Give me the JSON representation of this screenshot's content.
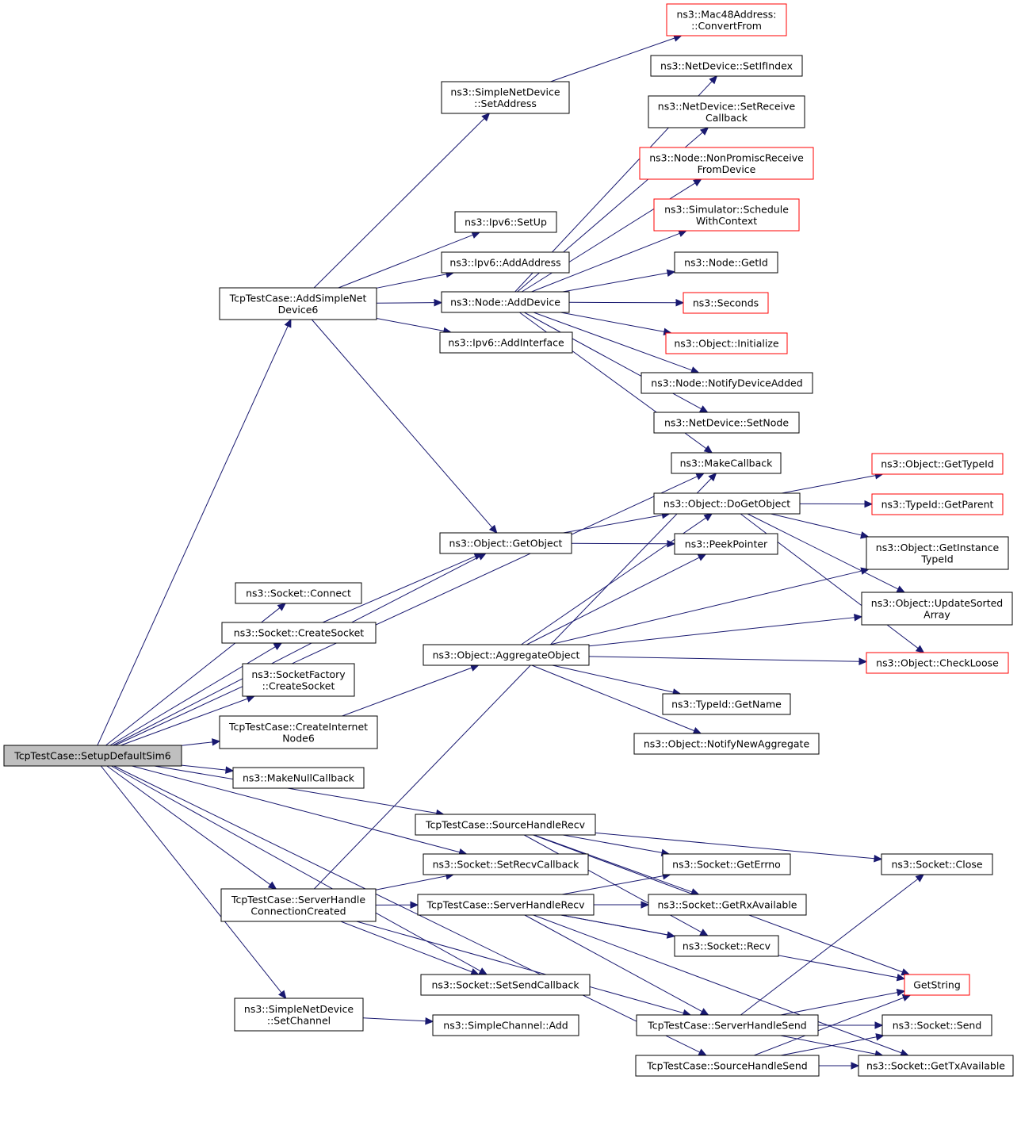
{
  "nodes": [
    {
      "id": "root",
      "lines": [
        "TcpTestCase::SetupDefaultSim6"
      ],
      "style": "root"
    },
    {
      "id": "addSimpleNetDevice6",
      "lines": [
        "TcpTestCase::AddSimpleNet",
        "Device6"
      ],
      "style": "normal"
    },
    {
      "id": "simpleNetDeviceSetAddress",
      "lines": [
        "ns3::SimpleNetDevice",
        "::SetAddress"
      ],
      "style": "normal"
    },
    {
      "id": "mac48ConvertFrom",
      "lines": [
        "ns3::Mac48Address:",
        "::ConvertFrom"
      ],
      "style": "red"
    },
    {
      "id": "netDeviceSetIfIndex",
      "lines": [
        "ns3::NetDevice::SetIfIndex"
      ],
      "style": "normal"
    },
    {
      "id": "netDeviceSetReceiveCallback",
      "lines": [
        "ns3::NetDevice::SetReceive",
        "Callback"
      ],
      "style": "normal"
    },
    {
      "id": "nodeNonPromisc",
      "lines": [
        "ns3::Node::NonPromiscReceive",
        "FromDevice"
      ],
      "style": "red"
    },
    {
      "id": "simulatorScheduleWithContext",
      "lines": [
        "ns3::Simulator::Schedule",
        "WithContext"
      ],
      "style": "red"
    },
    {
      "id": "ipv6SetUp",
      "lines": [
        "ns3::Ipv6::SetUp"
      ],
      "style": "normal"
    },
    {
      "id": "ipv6AddAddress",
      "lines": [
        "ns3::Ipv6::AddAddress"
      ],
      "style": "normal"
    },
    {
      "id": "nodeGetId",
      "lines": [
        "ns3::Node::GetId"
      ],
      "style": "normal"
    },
    {
      "id": "nodeAddDevice",
      "lines": [
        "ns3::Node::AddDevice"
      ],
      "style": "normal"
    },
    {
      "id": "seconds",
      "lines": [
        "ns3::Seconds"
      ],
      "style": "red"
    },
    {
      "id": "ipv6AddInterface",
      "lines": [
        "ns3::Ipv6::AddInterface"
      ],
      "style": "normal"
    },
    {
      "id": "objectInitialize",
      "lines": [
        "ns3::Object::Initialize"
      ],
      "style": "red"
    },
    {
      "id": "nodeNotifyDeviceAdded",
      "lines": [
        "ns3::Node::NotifyDeviceAdded"
      ],
      "style": "normal"
    },
    {
      "id": "netDeviceSetNode",
      "lines": [
        "ns3::NetDevice::SetNode"
      ],
      "style": "normal"
    },
    {
      "id": "makeCallback",
      "lines": [
        "ns3::MakeCallback"
      ],
      "style": "normal"
    },
    {
      "id": "objectGetTypeId",
      "lines": [
        "ns3::Object::GetTypeId"
      ],
      "style": "red"
    },
    {
      "id": "objectDoGetObject",
      "lines": [
        "ns3::Object::DoGetObject"
      ],
      "style": "normal"
    },
    {
      "id": "typeIdGetParent",
      "lines": [
        "ns3::TypeId::GetParent"
      ],
      "style": "red"
    },
    {
      "id": "objectGetObject",
      "lines": [
        "ns3::Object::GetObject"
      ],
      "style": "normal"
    },
    {
      "id": "peekPointer",
      "lines": [
        "ns3::PeekPointer"
      ],
      "style": "normal"
    },
    {
      "id": "objectGetInstanceTypeId",
      "lines": [
        "ns3::Object::GetInstance",
        "TypeId"
      ],
      "style": "normal"
    },
    {
      "id": "socketConnect",
      "lines": [
        "ns3::Socket::Connect"
      ],
      "style": "normal"
    },
    {
      "id": "objectUpdateSortedArray",
      "lines": [
        "ns3::Object::UpdateSorted",
        "Array"
      ],
      "style": "normal"
    },
    {
      "id": "socketCreateSocket",
      "lines": [
        "ns3::Socket::CreateSocket"
      ],
      "style": "normal"
    },
    {
      "id": "objectAggregateObject",
      "lines": [
        "ns3::Object::AggregateObject"
      ],
      "style": "normal"
    },
    {
      "id": "objectCheckLoose",
      "lines": [
        "ns3::Object::CheckLoose"
      ],
      "style": "red"
    },
    {
      "id": "socketFactoryCreateSocket",
      "lines": [
        "ns3::SocketFactory",
        "::CreateSocket"
      ],
      "style": "normal"
    },
    {
      "id": "typeIdGetName",
      "lines": [
        "ns3::TypeId::GetName"
      ],
      "style": "normal"
    },
    {
      "id": "createInternetNode6",
      "lines": [
        "TcpTestCase::CreateInternet",
        "Node6"
      ],
      "style": "normal"
    },
    {
      "id": "objectNotifyNewAggregate",
      "lines": [
        "ns3::Object::NotifyNewAggregate"
      ],
      "style": "normal"
    },
    {
      "id": "makeNullCallback",
      "lines": [
        "ns3::MakeNullCallback"
      ],
      "style": "normal"
    },
    {
      "id": "sourceHandleRecv",
      "lines": [
        "TcpTestCase::SourceHandleRecv"
      ],
      "style": "normal"
    },
    {
      "id": "socketSetRecvCallback",
      "lines": [
        "ns3::Socket::SetRecvCallback"
      ],
      "style": "normal"
    },
    {
      "id": "socketGetErrno",
      "lines": [
        "ns3::Socket::GetErrno"
      ],
      "style": "normal"
    },
    {
      "id": "socketClose",
      "lines": [
        "ns3::Socket::Close"
      ],
      "style": "normal"
    },
    {
      "id": "serverHandleConnectionCreated",
      "lines": [
        "TcpTestCase::ServerHandle",
        "ConnectionCreated"
      ],
      "style": "normal"
    },
    {
      "id": "serverHandleRecv",
      "lines": [
        "TcpTestCase::ServerHandleRecv"
      ],
      "style": "normal"
    },
    {
      "id": "socketGetRxAvailable",
      "lines": [
        "ns3::Socket::GetRxAvailable"
      ],
      "style": "normal"
    },
    {
      "id": "socketRecv",
      "lines": [
        "ns3::Socket::Recv"
      ],
      "style": "normal"
    },
    {
      "id": "socketSetSendCallback",
      "lines": [
        "ns3::Socket::SetSendCallback"
      ],
      "style": "normal"
    },
    {
      "id": "getString",
      "lines": [
        "GetString"
      ],
      "style": "red"
    },
    {
      "id": "simpleNetDeviceSetChannel",
      "lines": [
        "ns3::SimpleNetDevice",
        "::SetChannel"
      ],
      "style": "normal"
    },
    {
      "id": "simpleChannelAdd",
      "lines": [
        "ns3::SimpleChannel::Add"
      ],
      "style": "normal"
    },
    {
      "id": "serverHandleSend",
      "lines": [
        "TcpTestCase::ServerHandleSend"
      ],
      "style": "normal"
    },
    {
      "id": "socketSend",
      "lines": [
        "ns3::Socket::Send"
      ],
      "style": "normal"
    },
    {
      "id": "sourceHandleSend",
      "lines": [
        "TcpTestCase::SourceHandleSend"
      ],
      "style": "normal"
    },
    {
      "id": "socketGetTxAvailable",
      "lines": [
        "ns3::Socket::GetTxAvailable"
      ],
      "style": "normal"
    }
  ],
  "edges": [
    [
      "root",
      "addSimpleNetDevice6"
    ],
    [
      "root",
      "makeCallback"
    ],
    [
      "root",
      "objectGetObject"
    ],
    [
      "root",
      "socketConnect"
    ],
    [
      "root",
      "socketCreateSocket"
    ],
    [
      "root",
      "socketFactoryCreateSocket"
    ],
    [
      "root",
      "createInternetNode6"
    ],
    [
      "root",
      "makeNullCallback"
    ],
    [
      "root",
      "sourceHandleRecv"
    ],
    [
      "root",
      "socketSetRecvCallback"
    ],
    [
      "root",
      "serverHandleConnectionCreated"
    ],
    [
      "root",
      "socketSetSendCallback"
    ],
    [
      "root",
      "simpleNetDeviceSetChannel"
    ],
    [
      "root",
      "sourceHandleSend"
    ],
    [
      "addSimpleNetDevice6",
      "simpleNetDeviceSetAddress"
    ],
    [
      "addSimpleNetDevice6",
      "ipv6SetUp"
    ],
    [
      "addSimpleNetDevice6",
      "ipv6AddAddress"
    ],
    [
      "addSimpleNetDevice6",
      "nodeAddDevice"
    ],
    [
      "addSimpleNetDevice6",
      "ipv6AddInterface"
    ],
    [
      "addSimpleNetDevice6",
      "objectGetObject"
    ],
    [
      "simpleNetDeviceSetAddress",
      "mac48ConvertFrom"
    ],
    [
      "nodeAddDevice",
      "netDeviceSetIfIndex"
    ],
    [
      "nodeAddDevice",
      "netDeviceSetReceiveCallback"
    ],
    [
      "nodeAddDevice",
      "nodeNonPromisc"
    ],
    [
      "nodeAddDevice",
      "simulatorScheduleWithContext"
    ],
    [
      "nodeAddDevice",
      "nodeGetId"
    ],
    [
      "nodeAddDevice",
      "seconds"
    ],
    [
      "nodeAddDevice",
      "objectInitialize"
    ],
    [
      "nodeAddDevice",
      "nodeNotifyDeviceAdded"
    ],
    [
      "nodeAddDevice",
      "netDeviceSetNode"
    ],
    [
      "nodeAddDevice",
      "makeCallback"
    ],
    [
      "objectGetObject",
      "objectDoGetObject"
    ],
    [
      "objectGetObject",
      "peekPointer"
    ],
    [
      "objectDoGetObject",
      "objectGetTypeId"
    ],
    [
      "objectDoGetObject",
      "typeIdGetParent"
    ],
    [
      "objectDoGetObject",
      "objectGetInstanceTypeId"
    ],
    [
      "objectDoGetObject",
      "objectUpdateSortedArray"
    ],
    [
      "objectDoGetObject",
      "objectCheckLoose"
    ],
    [
      "socketCreateSocket",
      "objectGetObject"
    ],
    [
      "createInternetNode6",
      "objectAggregateObject"
    ],
    [
      "objectAggregateObject",
      "objectDoGetObject"
    ],
    [
      "objectAggregateObject",
      "peekPointer"
    ],
    [
      "objectAggregateObject",
      "objectGetInstanceTypeId"
    ],
    [
      "objectAggregateObject",
      "objectUpdateSortedArray"
    ],
    [
      "objectAggregateObject",
      "objectCheckLoose"
    ],
    [
      "objectAggregateObject",
      "typeIdGetName"
    ],
    [
      "objectAggregateObject",
      "objectNotifyNewAggregate"
    ],
    [
      "sourceHandleRecv",
      "socketClose"
    ],
    [
      "sourceHandleRecv",
      "socketGetErrno"
    ],
    [
      "sourceHandleRecv",
      "socketGetRxAvailable"
    ],
    [
      "sourceHandleRecv",
      "socketRecv"
    ],
    [
      "sourceHandleRecv",
      "getString"
    ],
    [
      "serverHandleConnectionCreated",
      "makeCallback"
    ],
    [
      "serverHandleConnectionCreated",
      "socketSetRecvCallback"
    ],
    [
      "serverHandleConnectionCreated",
      "serverHandleRecv"
    ],
    [
      "serverHandleConnectionCreated",
      "socketSetSendCallback"
    ],
    [
      "serverHandleConnectionCreated",
      "serverHandleSend"
    ],
    [
      "serverHandleRecv",
      "socketGetErrno"
    ],
    [
      "serverHandleRecv",
      "socketGetRxAvailable"
    ],
    [
      "serverHandleRecv",
      "socketRecv"
    ],
    [
      "serverHandleRecv",
      "getString"
    ],
    [
      "serverHandleRecv",
      "serverHandleSend"
    ],
    [
      "serverHandleRecv",
      "socketGetTxAvailable"
    ],
    [
      "simpleNetDeviceSetChannel",
      "simpleChannelAdd"
    ],
    [
      "serverHandleSend",
      "socketClose"
    ],
    [
      "serverHandleSend",
      "getString"
    ],
    [
      "serverHandleSend",
      "socketSend"
    ],
    [
      "serverHandleSend",
      "socketGetTxAvailable"
    ],
    [
      "sourceHandleSend",
      "getString"
    ],
    [
      "sourceHandleSend",
      "socketSend"
    ],
    [
      "sourceHandleSend",
      "socketGetTxAvailable"
    ]
  ]
}
